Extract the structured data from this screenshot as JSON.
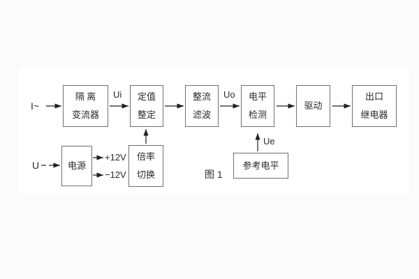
{
  "figure": {
    "caption": "图 1"
  },
  "colors": {
    "page_bg": "#fbfbfb",
    "canvas_bg": "#ffffff",
    "box_border": "#6f6f6f",
    "text": "#2a2a2a",
    "arrow": "#1f1f1f"
  },
  "inputs": {
    "current_input": "I~",
    "voltage_input": "U"
  },
  "signals": {
    "ui": "Ui",
    "uo": "Uo",
    "ue": "Ue",
    "plus_rail": "+12V",
    "minus_rail": "−12V"
  },
  "boxes": {
    "isolation": {
      "line1": "隔 离",
      "line2": "变流器"
    },
    "setting": {
      "line1": "定值",
      "line2": "整定"
    },
    "rectifier": {
      "line1": "整流",
      "line2": "滤波"
    },
    "level": {
      "line1": "电平",
      "line2": "检测"
    },
    "drive": {
      "label": "驱动"
    },
    "output": {
      "line1": "出口",
      "line2": "继电器"
    },
    "power": {
      "label": "电源"
    },
    "multiplier": {
      "line1": "倍率",
      "line2": "切换"
    },
    "reference": {
      "label": "参考电平"
    }
  }
}
